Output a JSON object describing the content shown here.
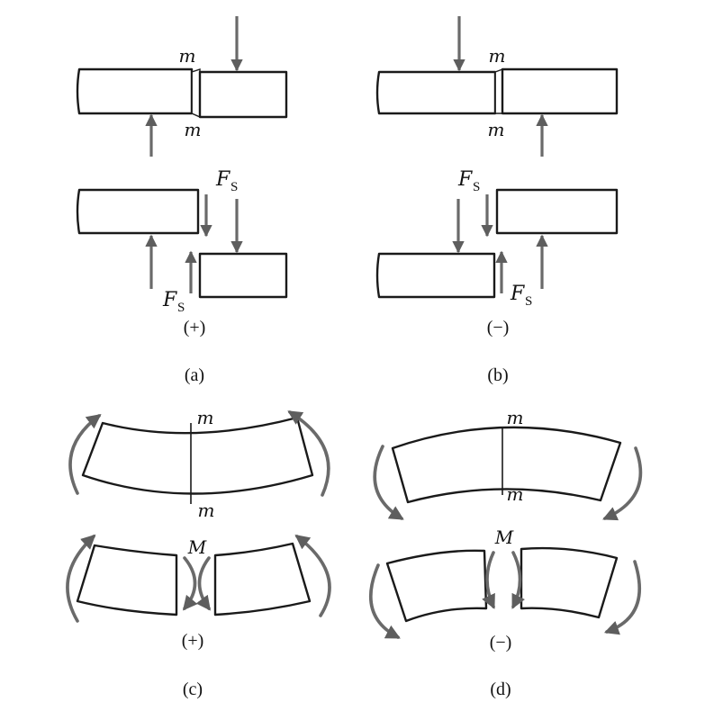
{
  "panels": {
    "a": {
      "caption": "(a)",
      "sign": "(+)"
    },
    "b": {
      "caption": "(b)",
      "sign": "(−)"
    },
    "c": {
      "caption": "(c)",
      "sign": "(+)"
    },
    "d": {
      "caption": "(d)",
      "sign": "(−)"
    }
  },
  "labels": {
    "section": "m",
    "shear_force": "F",
    "shear_force_sub": "S",
    "moment": "M"
  },
  "colors": {
    "outline": "#1a1a1a",
    "arrow": "#5e5e5e"
  }
}
